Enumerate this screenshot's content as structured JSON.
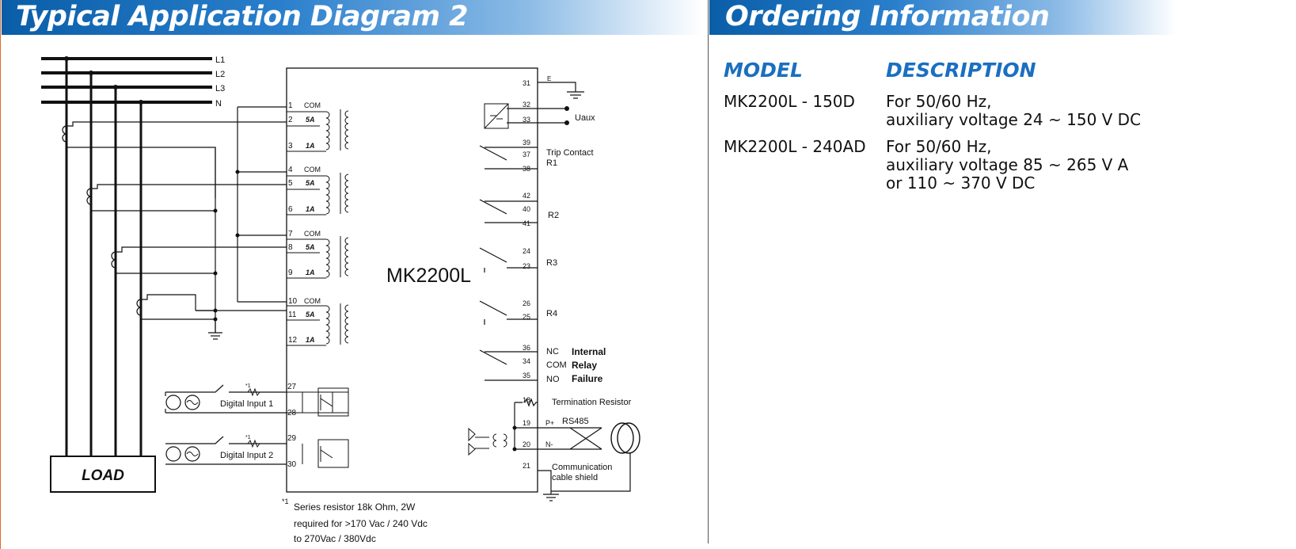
{
  "left_title": "Typical Application Diagram 2",
  "right_title": "Ordering Information",
  "diagram": {
    "phases": [
      "L1",
      "L2",
      "L3",
      "N"
    ],
    "load": "LOAD",
    "device": "MK2200L",
    "ct_groups": [
      {
        "com": "1",
        "t5": "2",
        "t1": "3"
      },
      {
        "com": "4",
        "t5": "5",
        "t1": "6"
      },
      {
        "com": "7",
        "t5": "8",
        "t1": "9"
      },
      {
        "com": "10",
        "t5": "11",
        "t1": "12"
      }
    ],
    "com_label": "COM",
    "label_5a": "5A",
    "label_1a": "1A",
    "digital_inputs": [
      {
        "label": "Digital Input 1",
        "a": "27",
        "b": "28"
      },
      {
        "label": "Digital Input 2",
        "a": "29",
        "b": "30"
      }
    ],
    "note_mark": "*1",
    "right_terminals": {
      "t31": "31",
      "e": "E",
      "t32": "32",
      "t33": "33",
      "uaux": "Uaux",
      "t39": "39",
      "t37": "37",
      "t38": "38",
      "trip": "Trip Contact",
      "r1": "R1",
      "t42": "42",
      "t40": "40",
      "t41": "41",
      "r2": "R2",
      "t24": "24",
      "t23": "23",
      "r3": "R3",
      "t26": "26",
      "t25": "25",
      "r4": "R4",
      "t36": "36",
      "t34": "34",
      "t35": "35",
      "nc": "NC",
      "com": "COM",
      "no": "NO",
      "internal": "Internal",
      "relay": "Relay",
      "failure": "Failure",
      "t18": "18",
      "t19": "19",
      "t20": "20",
      "t21": "21",
      "term_res": "Termination  Resistor",
      "pplus": "P+",
      "nminus": "N-",
      "rs485": "RS485",
      "comm1": "Communication",
      "comm2": "cable shield"
    },
    "footnote": {
      "mark": "*1",
      "line1": "Series resistor 18k Ohm, 2W",
      "line2": "required for  >170 Vac / 240 Vdc",
      "line3": "to 270Vac / 380Vdc"
    }
  },
  "ordering": {
    "model_header": "MODEL",
    "description_header": "DESCRIPTION",
    "rows": [
      {
        "model": "MK2200L - 150D",
        "desc": [
          "For 50/60 Hz,",
          "auxiliary voltage 24 ~ 150 V DC"
        ]
      },
      {
        "model": "MK2200L - 240AD",
        "desc": [
          "For 50/60 Hz,",
          "auxiliary voltage 85 ~ 265 V A",
          "or 110 ~ 370 V DC"
        ]
      }
    ]
  }
}
